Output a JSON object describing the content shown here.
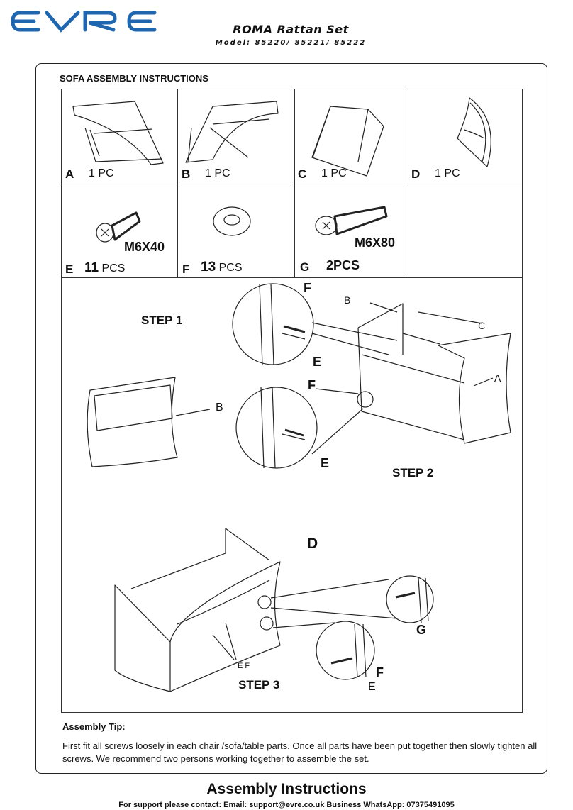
{
  "header": {
    "brand": "EVRE",
    "product_title": "ROMA Rattan Set",
    "model_line": "Model: 85220/ 85221/ 85222"
  },
  "section_title": "SOFA ASSEMBLY INSTRUCTIONS",
  "parts": [
    {
      "letter": "A",
      "qty": "1 PC"
    },
    {
      "letter": "B",
      "qty": "1 PC"
    },
    {
      "letter": "C",
      "qty": "1 PC"
    },
    {
      "letter": "D",
      "qty": "1 PC"
    }
  ],
  "hardware": [
    {
      "letter": "E",
      "count": "11",
      "unit": "PCS",
      "code": "M6X40"
    },
    {
      "letter": "F",
      "count": "13",
      "unit": "PCS",
      "code": ""
    },
    {
      "letter": "G",
      "count": "2PCS",
      "unit": "",
      "code": "M6X80"
    }
  ],
  "steps": {
    "step1": "STEP 1",
    "step2": "STEP 2",
    "step3": "STEP 3"
  },
  "callouts": {
    "f": "F",
    "e": "E",
    "b": "B",
    "c": "C",
    "a": "A",
    "d": "D",
    "g": "G",
    "ef": "E F"
  },
  "tip": {
    "title": "Assembly Tip:",
    "text": "First fit all screws loosely in each chair /sofa/table parts. Once all parts have been put together then slowly tighten all screws. We recommend two persons working together to assemble the set."
  },
  "footer": {
    "title": "Assembly Instructions",
    "support": "For support please contact: Email: support@evre.co.uk  Business WhatsApp: 07375491095"
  },
  "colors": {
    "brand_blue": "#1f66b1",
    "line": "#222222"
  }
}
